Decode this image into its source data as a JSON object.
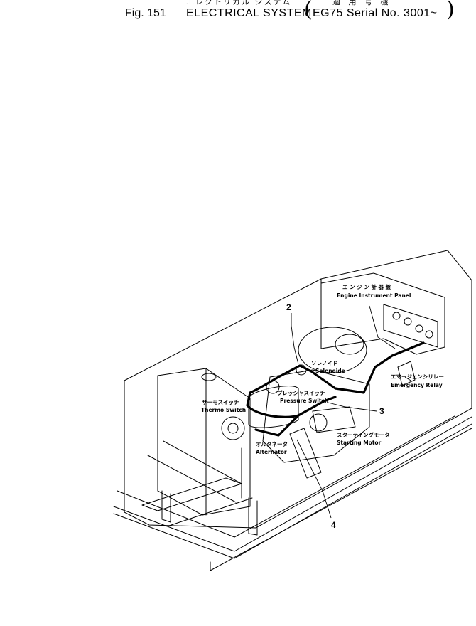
{
  "header": {
    "fig_number": "Fig. 151",
    "title_jp": "エレクトリカル システム",
    "title_en": "ELECTRICAL SYSTEM",
    "serial_jp": "適 用 号 機",
    "serial_en": "EG75 Serial No. 3001~"
  },
  "labels": {
    "engine_panel_jp": "エ ン ジ ン 計 器 盤",
    "engine_panel_en": "Engine Instrument Panel",
    "solenoid_jp": "ソレノイド",
    "solenoid_en": "Solenoide",
    "emergency_relay_jp": "エマージェンシリレー",
    "emergency_relay_en": "Emergency Relay",
    "pressure_switch_jp": "プレッシャスイッチ",
    "pressure_switch_en": "Pressure Switch",
    "thermo_switch_jp": "サーモスイッチ",
    "thermo_switch_en": "Thermo Switch",
    "starting_motor_jp": "スターティングモータ",
    "starting_motor_en": "Starting Motor",
    "alternator_jp": "オルタネータ",
    "alternator_en": "Alternator"
  },
  "callouts": {
    "c2": "2",
    "c3": "3",
    "c4": "4"
  }
}
